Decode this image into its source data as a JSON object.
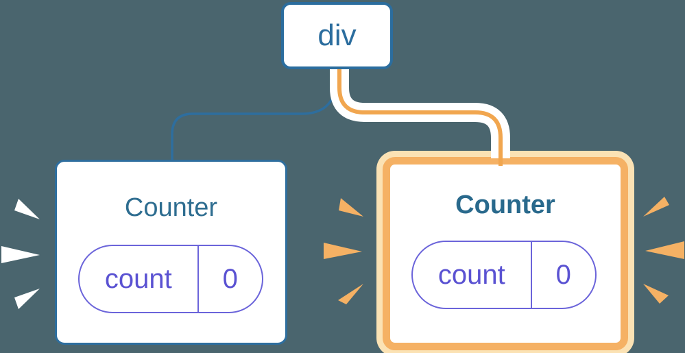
{
  "diagram": {
    "description": "React component tree diagram: a div root with two Counter children; the right Counter is highlighted as newly mounted with orange bursts, the left Counter has white bursts.",
    "root": {
      "label": "div"
    },
    "children": [
      {
        "label": "Counter",
        "highlighted": false,
        "state": {
          "key": "count",
          "value": "0"
        }
      },
      {
        "label": "Counter",
        "highlighted": true,
        "state": {
          "key": "count",
          "value": "0"
        }
      }
    ]
  },
  "colors": {
    "background": "#4a656e",
    "node_fill": "#ffffff",
    "blue_border": "#2b6d9e",
    "blue_edge": "#2e6e9e",
    "title_text": "#2e6d90",
    "highlight_orange": "#f5b164",
    "highlight_orange_light": "#fbe2b4",
    "edge_orange_core": "#f1a64f",
    "pill_purple_border": "#6b64da",
    "pill_purple_text": "#5a52d2",
    "burst_white": "#ffffff",
    "burst_orange": "#f5b164"
  }
}
